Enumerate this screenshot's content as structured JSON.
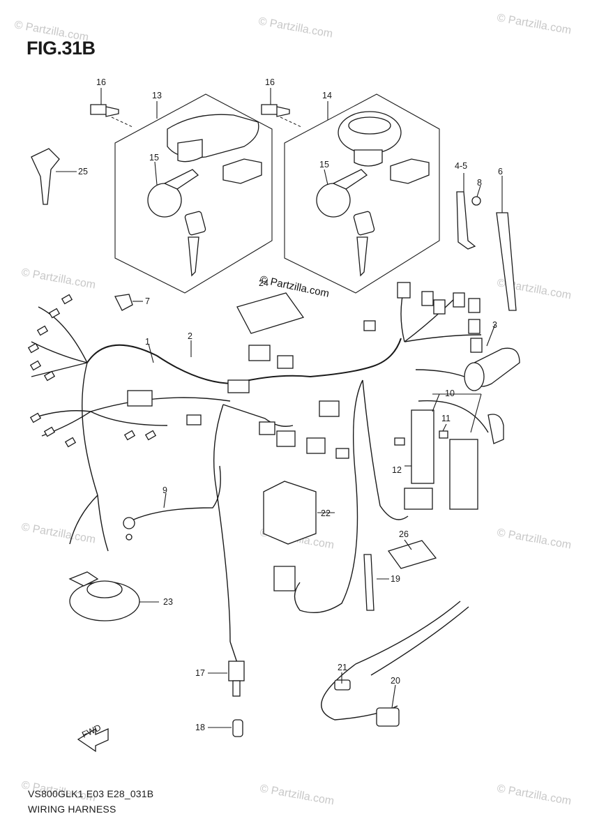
{
  "figure": {
    "title": "FIG.31B",
    "model_code": "VS800GLK1 E03 E28_031B",
    "caption": "WIRING HARNESS"
  },
  "watermark": {
    "text": "© Partzilla.com",
    "logo_text": "© Partzilla.com"
  },
  "callouts": [
    {
      "id": "c1",
      "label": "1"
    },
    {
      "id": "c2",
      "label": "2"
    },
    {
      "id": "c3",
      "label": "3"
    },
    {
      "id": "c45",
      "label": "4-5"
    },
    {
      "id": "c6",
      "label": "6"
    },
    {
      "id": "c7",
      "label": "7"
    },
    {
      "id": "c8",
      "label": "8"
    },
    {
      "id": "c9",
      "label": "9"
    },
    {
      "id": "c10",
      "label": "10"
    },
    {
      "id": "c11",
      "label": "11"
    },
    {
      "id": "c12",
      "label": "12"
    },
    {
      "id": "c13",
      "label": "13"
    },
    {
      "id": "c14",
      "label": "14"
    },
    {
      "id": "c15a",
      "label": "15"
    },
    {
      "id": "c15b",
      "label": "15"
    },
    {
      "id": "c16a",
      "label": "16"
    },
    {
      "id": "c16b",
      "label": "16"
    },
    {
      "id": "c17",
      "label": "17"
    },
    {
      "id": "c18",
      "label": "18"
    },
    {
      "id": "c19",
      "label": "19"
    },
    {
      "id": "c20",
      "label": "20"
    },
    {
      "id": "c21",
      "label": "21"
    },
    {
      "id": "c22",
      "label": "22"
    },
    {
      "id": "c23",
      "label": "23"
    },
    {
      "id": "c24",
      "label": "24"
    },
    {
      "id": "c25",
      "label": "25"
    },
    {
      "id": "c26",
      "label": "26"
    }
  ],
  "front_arrow": {
    "label": "FWD"
  }
}
